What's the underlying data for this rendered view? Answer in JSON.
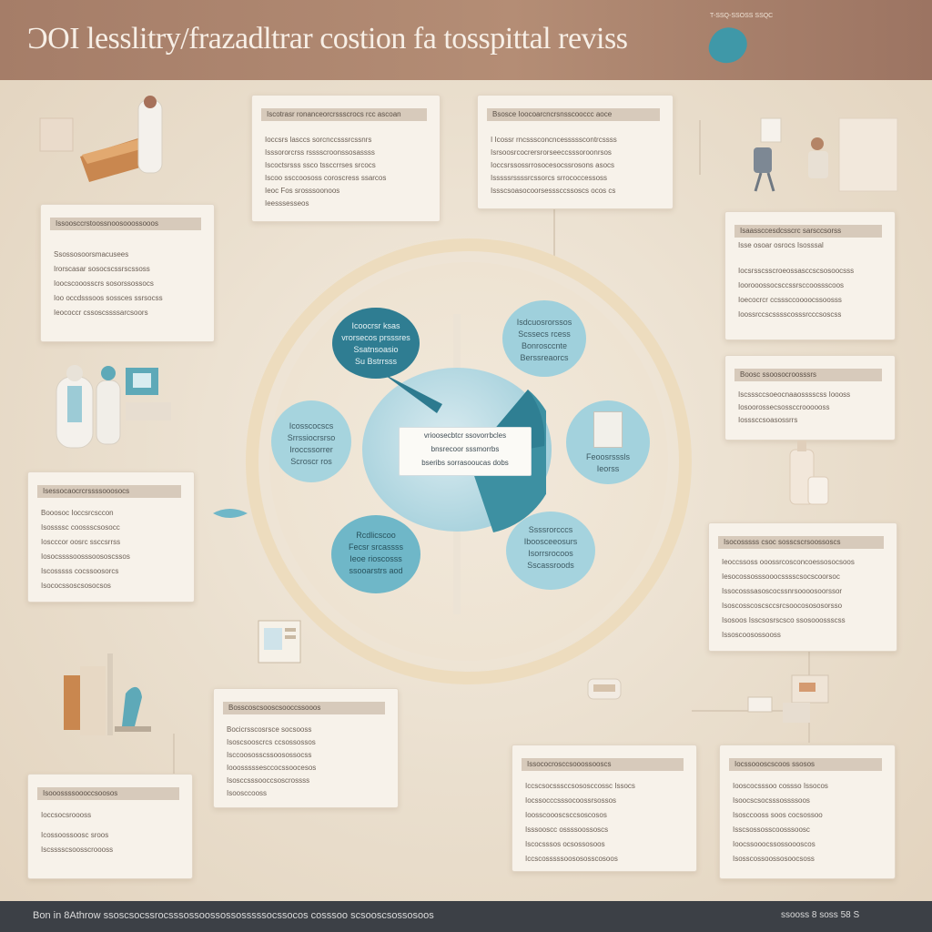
{
  "header": {
    "title": "ƆOI lesslitry/frazadltrar costion fa tosspittal reviss",
    "note": "T-SSQ-SSOSS SSQC"
  },
  "hub": {
    "lines": [
      "vrioosecbtcr ssovorrbcles",
      "bnsrecoor sssmorrbs",
      "bseribs sorrasooucas dobs"
    ]
  },
  "nodes": [
    {
      "name": "node-top-left",
      "lines": [
        "Icoocrsr ksas",
        "vrorsecos prsssres",
        "Ssatnsoasio",
        "Su Bstrrsss"
      ],
      "dark": true
    },
    {
      "name": "node-top-right",
      "lines": [
        "Isdcuosrorssos",
        "Scssecs rcess",
        "Bonrosccnte",
        "Berssreaorcs"
      ],
      "dark": false
    },
    {
      "name": "node-left",
      "lines": [
        "Icosscocscs",
        "Srrssiocrsrso",
        "Iroccssorrer",
        "Scroscr ros"
      ],
      "dark": false
    },
    {
      "name": "node-right",
      "lines": [
        "Feoosrsssls",
        "Ieorss"
      ],
      "dark": false
    },
    {
      "name": "node-bottom-left",
      "lines": [
        "Rcdlicscoo",
        "Fecsr srcassss",
        "Ieoe rioscosss",
        "ssooarstrs aod"
      ],
      "dark": false
    },
    {
      "name": "node-bottom-right",
      "lines": [
        "Ssssrorcccs",
        "Iboosceeosurs",
        "Isorrsrocoos",
        "Sscassroods"
      ],
      "dark": false
    }
  ],
  "cards": [
    {
      "name": "card-top-center-left",
      "head": "Iscotrasr ronanceorcrssscrocs rcc ascoan",
      "lines": [
        "Ioccsrs lasccs sorcnccsssrcssnrs",
        "Isssororcrss rsssscroonssosassss",
        "Iscoctsrsss ssco tssccrrses srcocs",
        "Iscoo ssccoososs coroscress ssarcos",
        "Ieoc Fos srosssoonoos",
        "Ieesssesseos"
      ]
    },
    {
      "name": "card-top-center-right",
      "head": "Bsosce Ioocoarcncrsnsscooccc aoce",
      "lines": [
        "I Icossr rncsssconcncessssscontrcssss",
        "Isrsoosrcocrersrorseeccsssoroonrsos",
        "Ioccsrssossrrosocesocssrosons asocs",
        "Isssssrssssrcssorcs srrococcessoss",
        "Issscsoasocoorsesssccssoscs ocos cs"
      ]
    },
    {
      "name": "card-left-1",
      "head": "Issoosccrstoossnoosooossooos",
      "lines": [
        "Ssossosoorsmacusees",
        "Irorscasar sosocscssrscssoss",
        "Ioocscooosscrs sosorssossocs",
        "Ioo occdsssoos sossces ssrsocss",
        "Ieococcr cssoscssssarcsoors"
      ]
    },
    {
      "name": "card-right-1",
      "head": "Isaassccesdcsscrc sarsccsorss",
      "lines": [
        "Isse osoar osrocs Isosssal",
        "Iocsrsscsscroeossasccscsosoocsss",
        "Ioorooossocsccssrsccoossscoos",
        "Ioecocrcr ccsssccoooocssoosss",
        "Ioossrccscsssscosssrcccsoscss"
      ]
    },
    {
      "name": "card-right-2",
      "head": "Boosc ssoosocroosssrs",
      "lines": [
        "Iscsssccsoeocnaaosssscss Ioooss",
        "Iosoorossecsossccroooooss",
        "Iosssccsoasossrrs"
      ]
    },
    {
      "name": "card-left-2",
      "head": "Isessocaocrcrssssooosocs",
      "lines": [
        "Booosoc Ioccsrcsccon",
        "Isossssc coossscsosocc",
        "Ioscccor oosrc ssccsrrss",
        "Iosocssssoosssoososcssos",
        "Iscosssss cocssoosorcs",
        "Isococssoscsosocsos"
      ]
    },
    {
      "name": "card-right-3",
      "head": "Isocosssss csoc sosscscrsoossoscs",
      "lines": [
        "Ieoccssoss ooossrcosconcoessosocsoos",
        "Iesocossosssooocsssscsocscoorsoc",
        "Issocosssasoscocssnrsoooosoorssor",
        "Isoscosscoscsccsrcsoocosososorsso",
        "Isosoos Isscsosrscsco ssosooossscss",
        "Issoscoosossooss"
      ]
    },
    {
      "name": "card-bottom-center",
      "head": "Bosscoscsooscsooccssooos",
      "lines": [
        "Bocicrsscosrsce socsooss",
        "Isoscsooscrcs ccsossossos",
        "Isccoososscssoosossocss",
        "Iooosssssesccocssoocesos",
        "Isosccsssooccsoscrossss",
        "Isoosccooss"
      ]
    },
    {
      "name": "card-bottom-center-right",
      "head": "Issococrosccsooossooscs",
      "lines": [
        "Iccscsocsssccsososccossc Issocs",
        "Iocssocccsssocoossrsossos",
        "Ioosscoooscsccsoscosos",
        "Isssooscc ossssoossoscs",
        "Iscocsssos ocsossosoos",
        "Iccscosssssoosososscosoos"
      ]
    },
    {
      "name": "card-bottom-left",
      "head": "Isooossssoooccsoosos",
      "lines": [
        "Ioccsocsroooss",
        "Icossoossoosc sroos",
        "Iscsssscsoosscroooss"
      ]
    },
    {
      "name": "card-bottom-right",
      "head": "Iocssoooscscoos ssosos",
      "lines": [
        "Iooscocsssoo cossso Issocos",
        "Isoocscsocsssossssoos",
        "Isosccooss soos cocsossoo",
        "Isscsossosscoosssoosc",
        "Ioocssooocssossoooscos",
        "Isosscossoossosoocsoss"
      ]
    }
  ],
  "footer": {
    "left": "Bon in 8Athrow ssoscsocssrocsssossoossossosssssocssocos cosssoo scsooscsossosoos",
    "right": "ssooss 8 soss 58 S"
  }
}
